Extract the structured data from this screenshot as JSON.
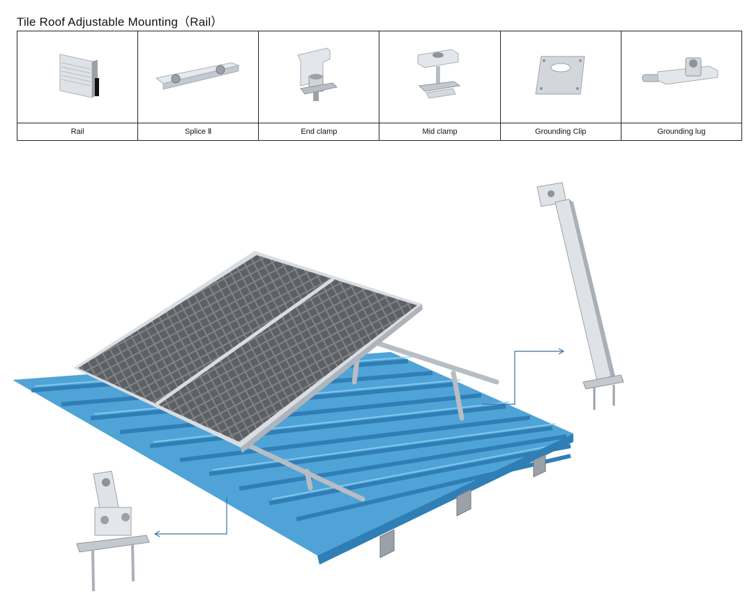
{
  "page": {
    "title": "Tile Roof Adjustable Mounting（Rail）"
  },
  "parts": [
    {
      "label": "Rail",
      "icon": "rail-icon"
    },
    {
      "label": "Splice Ⅱ",
      "icon": "splice-icon"
    },
    {
      "label": "End clamp",
      "icon": "end-clamp-icon"
    },
    {
      "label": "Mid clamp",
      "icon": "mid-clamp-icon"
    },
    {
      "label": "Grounding Clip",
      "icon": "grounding-clip-icon"
    },
    {
      "label": "Grounding lug",
      "icon": "grounding-lug-icon"
    }
  ],
  "colors": {
    "roof": "#4fa3d6",
    "roof_dark": "#2f7fb6",
    "panel": "#5a5d62",
    "frame": "#d9dde2",
    "metal": "#c7ccd2",
    "arrow": "#3a6ea5"
  }
}
